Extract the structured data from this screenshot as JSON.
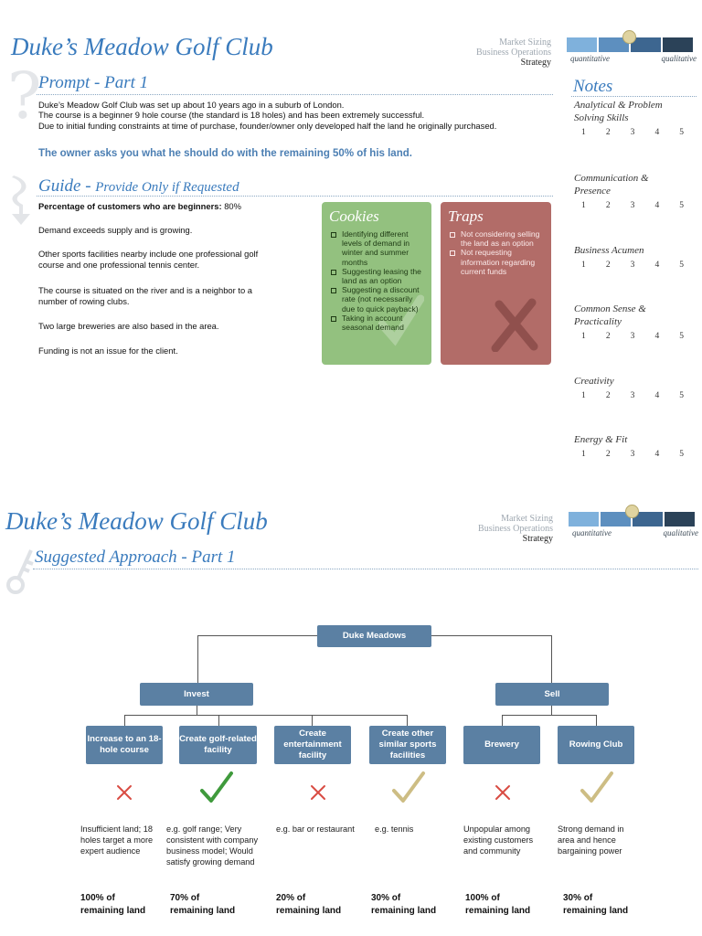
{
  "slide1": {
    "title": "Duke’s Meadow Golf Club",
    "categories": {
      "market_sizing": "Market Sizing",
      "business_operations": "Business Operations",
      "strategy": "Strategy"
    },
    "scale": {
      "left_label": "quantitative",
      "right_label": "qualitative"
    },
    "prompt": {
      "heading": "Prompt - Part 1",
      "lines": [
        "Duke’s Meadow Golf Club was set up about 10 years ago in a suburb of London.",
        "The course is a beginner 9 hole course (the standard is 18 holes) and has been extremely successful.",
        "Due to initial funding constraints at time of purchase, founder/owner only developed half the land he originally purchased."
      ],
      "question": "The owner asks you what he should do with the remaining 50% of his land."
    },
    "guide": {
      "heading": "Guide",
      "subheading": "Provide Only if Requested",
      "separator": " - ",
      "beginners_label": "Percentage of customers who are beginners:",
      "beginners_value": " 80%",
      "paragraphs": [
        "Demand exceeds supply and is growing.",
        "Other sports facilities nearby include one professional golf course and one professional tennis center.",
        "The course is situated on the river and is a neighbor to a number of rowing clubs.",
        "Two large breweries are also based in the area.",
        "Funding is not an issue for the client."
      ]
    },
    "cookies": {
      "title": "Cookies",
      "items": [
        "Identifying different levels of demand in winter and summer months",
        "Suggesting leasing the land as an option",
        "Suggesting a discount rate (not necessarily due to quick payback)",
        "Taking in account seasonal demand"
      ]
    },
    "traps": {
      "title": "Traps",
      "items": [
        "Not considering selling the land as an option",
        "Not requesting information regarding current funds"
      ]
    },
    "notes": {
      "title": "Notes",
      "skills": [
        {
          "name": "Analytical & Problem Solving Skills",
          "ratings": [
            "1",
            "2",
            "3",
            "4",
            "5"
          ]
        },
        {
          "name": "Communication & Presence",
          "ratings": [
            "1",
            "2",
            "3",
            "4",
            "5"
          ]
        },
        {
          "name": "Business Acumen",
          "ratings": [
            "1",
            "2",
            "3",
            "4",
            "5"
          ]
        },
        {
          "name": "Common Sense & Practicality",
          "ratings": [
            "1",
            "2",
            "3",
            "4",
            "5"
          ]
        },
        {
          "name": "Creativity",
          "ratings": [
            "1",
            "2",
            "3",
            "4",
            "5"
          ]
        },
        {
          "name": "Energy & Fit",
          "ratings": [
            "1",
            "2",
            "3",
            "4",
            "5"
          ]
        }
      ]
    }
  },
  "slide2": {
    "title": "Duke’s Meadow Golf Club",
    "categories": {
      "market_sizing": "Market Sizing",
      "business_operations": "Business Operations",
      "strategy": "Strategy"
    },
    "scale": {
      "left_label": "quantitative",
      "right_label": "qualitative"
    },
    "heading": "Suggested Approach - Part 1",
    "tree": {
      "root": "Duke Meadows",
      "invest": "Invest",
      "sell": "Sell",
      "options": [
        {
          "label": "Increase to an 18-hole course",
          "verdict": "cross",
          "description": "Insufficient land; 18 holes target a more expert audience",
          "share_value": "100% of",
          "share_label": "remaining land"
        },
        {
          "label": "Create golf-related facility",
          "verdict": "check-strong",
          "description": "e.g. golf range; Very consistent with company business model; Would satisfy growing demand",
          "share_value": "70% of",
          "share_label": "remaining land"
        },
        {
          "label": "Create entertainment facility",
          "verdict": "cross",
          "description": "e.g. bar or restaurant",
          "share_value": "20% of",
          "share_label": "remaining land"
        },
        {
          "label": "Create other similar sports facilities",
          "verdict": "check-weak",
          "description": "e.g. tennis",
          "share_value": "30% of",
          "share_label": "remaining land"
        },
        {
          "label": "Brewery",
          "verdict": "cross",
          "description": "Unpopular among existing customers and community",
          "share_value": "100% of",
          "share_label": "remaining land"
        },
        {
          "label": "Rowing Club",
          "verdict": "check-weak",
          "description": "Strong demand in area and hence bargaining power",
          "share_value": "30% of",
          "share_label": "remaining land"
        }
      ]
    },
    "colors": {
      "node": "#5b80a3",
      "cross": "#d94c43",
      "check_strong": "#3f9a3c",
      "check_weak": "#cdbd84"
    }
  }
}
